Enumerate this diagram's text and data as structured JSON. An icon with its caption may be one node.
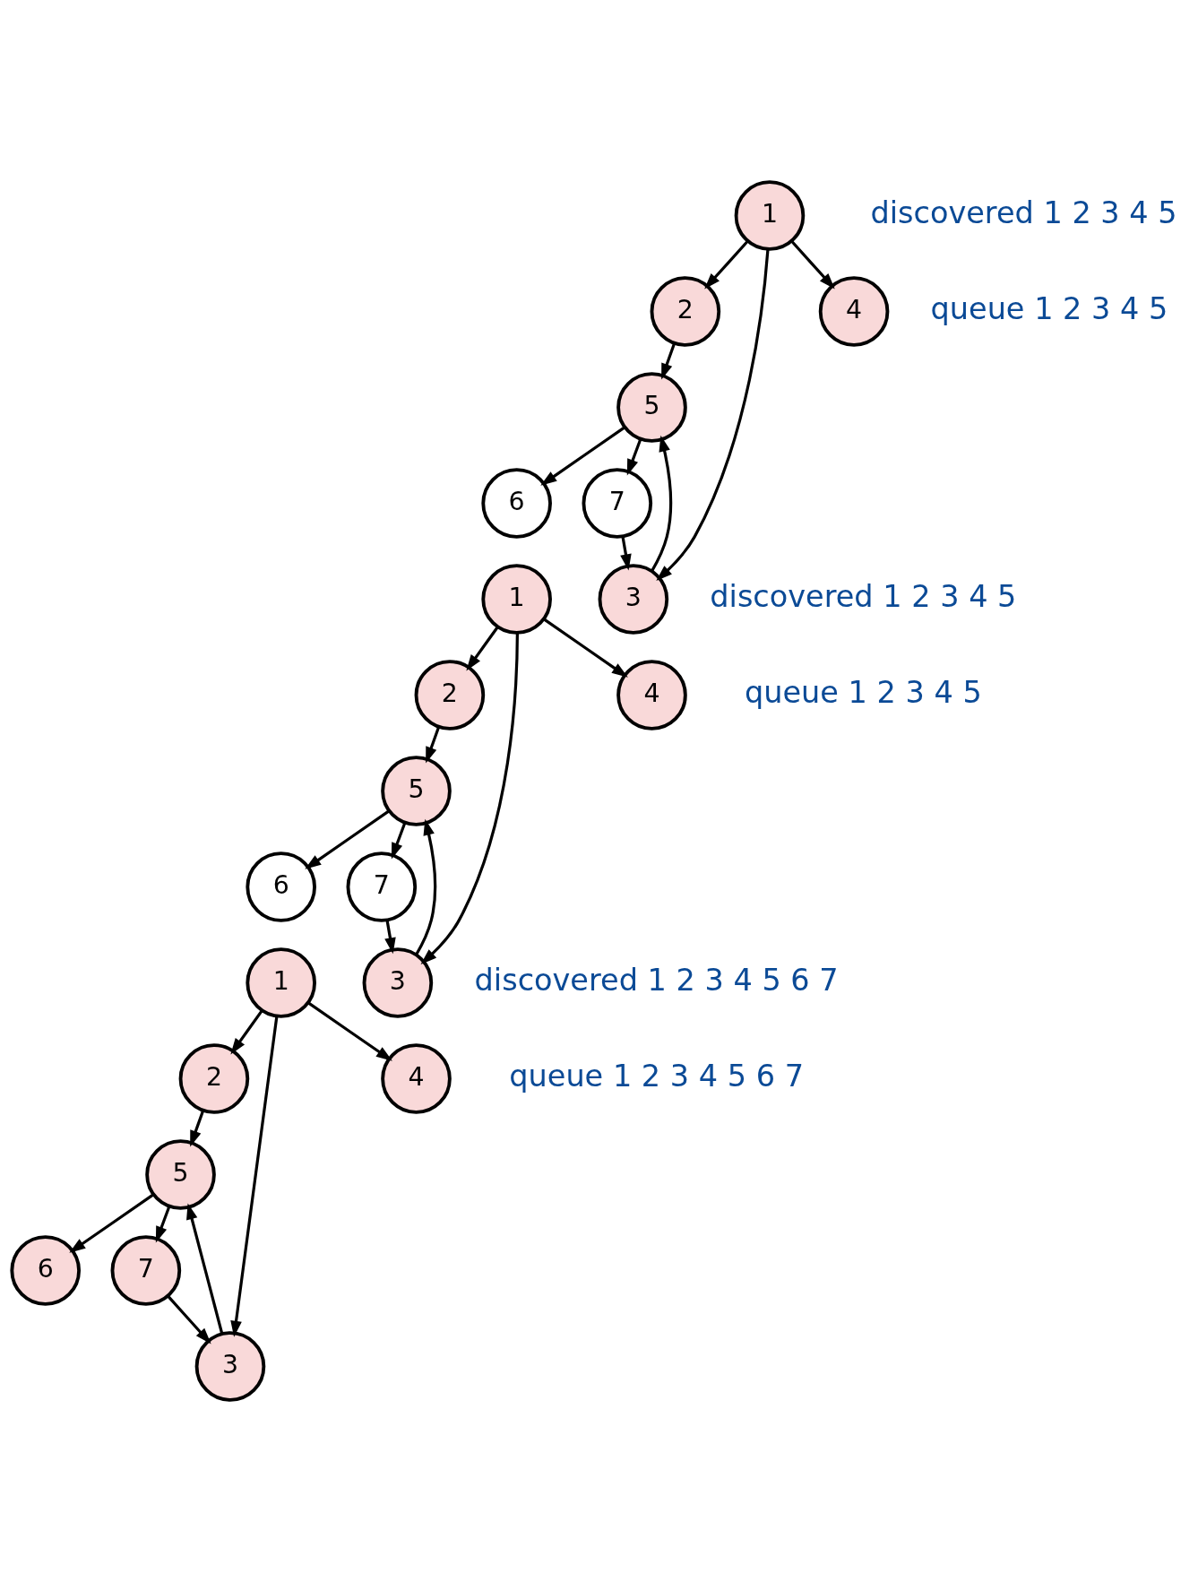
{
  "diagram": {
    "nodes": [
      {
        "text": [
          "1"
        ]
      },
      {
        "text": [
          "2"
        ]
      },
      {
        "text": [
          "3"
        ]
      },
      {
        "text": [
          "4"
        ]
      },
      {
        "text": [
          "5"
        ]
      },
      {
        "text": [
          "6"
        ]
      },
      {
        "text": [
          "7"
        ]
      },
      {
        "text": [
          "1"
        ]
      },
      {
        "text": [
          "2"
        ]
      },
      {
        "text": [
          "3"
        ]
      },
      {
        "text": [
          "4"
        ]
      },
      {
        "text": [
          "5"
        ]
      },
      {
        "text": [
          "6"
        ]
      },
      {
        "text": [
          "7"
        ]
      },
      {
        "text": [
          "1"
        ]
      },
      {
        "text": [
          "2"
        ]
      },
      {
        "text": [
          "3"
        ]
      },
      {
        "text": [
          "4"
        ]
      },
      {
        "text": [
          "5"
        ]
      },
      {
        "text": [
          "6"
        ]
      },
      {
        "text": [
          "7"
        ]
      }
    ],
    "edges": [
      {
        "from": 0,
        "to": 1,
        "arrow": "to"
      },
      {
        "from": 0,
        "to": 2,
        "arrow": "to"
      },
      {
        "from": 0,
        "to": 3,
        "arrow": "to"
      },
      {
        "from": 1,
        "to": 4,
        "arrow": "to"
      },
      {
        "from": 2,
        "to": 4,
        "arrow": "to"
      },
      {
        "from": 4,
        "to": 5,
        "arrow": "to"
      },
      {
        "from": 4,
        "to": 6,
        "arrow": "to"
      },
      {
        "from": 6,
        "to": 2,
        "arrow": "to"
      },
      {
        "from": 7,
        "to": 8,
        "arrow": "to"
      },
      {
        "from": 7,
        "to": 9,
        "arrow": "to"
      },
      {
        "from": 7,
        "to": 10,
        "arrow": "to"
      },
      {
        "from": 8,
        "to": 11,
        "arrow": "to"
      },
      {
        "from": 9,
        "to": 11,
        "arrow": "to"
      },
      {
        "from": 11,
        "to": 12,
        "arrow": "to"
      },
      {
        "from": 11,
        "to": 13,
        "arrow": "to"
      },
      {
        "from": 13,
        "to": 9,
        "arrow": "to"
      },
      {
        "from": 14,
        "to": 15,
        "arrow": "to"
      },
      {
        "from": 14,
        "to": 16,
        "arrow": "to"
      },
      {
        "from": 14,
        "to": 17,
        "arrow": "to"
      },
      {
        "from": 15,
        "to": 18,
        "arrow": "to"
      },
      {
        "from": 16,
        "to": 18,
        "arrow": "to"
      },
      {
        "from": 18,
        "to": 19,
        "arrow": "to"
      },
      {
        "from": 18,
        "to": 20,
        "arrow": "to"
      },
      {
        "from": 20,
        "to": 16,
        "arrow": "to"
      }
    ],
    "labels": [
      "discovered 1 2 3 4 5",
      "queue 1 2 3 4 5",
      "discovered 1 2 3 4 5",
      "queue 1 2 3 4 5",
      "discovered 1 2 3 4 5 6 7",
      "queue 1 2 3 4 5 6 7"
    ]
  }
}
